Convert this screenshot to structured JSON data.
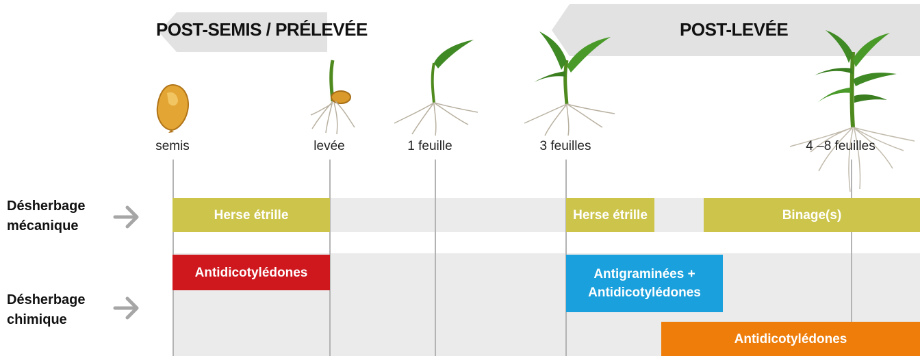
{
  "phases": [
    {
      "title": "POST-SEMIS / PRÉLEVÉE"
    },
    {
      "title": "POST-LEVÉE"
    }
  ],
  "stages": [
    {
      "label": "semis",
      "icon": "seed-icon"
    },
    {
      "label": "levée",
      "icon": "sprout-icon"
    },
    {
      "label": "1 feuille",
      "icon": "plant-1-leaf-icon"
    },
    {
      "label": "3 feuilles",
      "icon": "plant-3-leaves-icon"
    },
    {
      "label": "4 –8 feuilles",
      "icon": "plant-4-8-leaves-icon"
    }
  ],
  "rows": [
    {
      "label": "Désherbage\nmécanique"
    },
    {
      "label": "Désherbage\nchimique"
    }
  ],
  "bars": {
    "herse_1": "Herse étrille",
    "herse_2": "Herse étrille",
    "binage": "Binage(s)",
    "antidico_pre": "Antidicotylédones",
    "antigram": "Antigraminées +\nAntidicotylédones",
    "antidico_post": "Antidicotylédones"
  },
  "colors": {
    "mechanical": "#cdc54b",
    "red": "#cf171e",
    "blue": "#1aa0dc",
    "orange": "#ee7d0a",
    "band": "#ebebeb",
    "phase": "#e2e2e2"
  }
}
